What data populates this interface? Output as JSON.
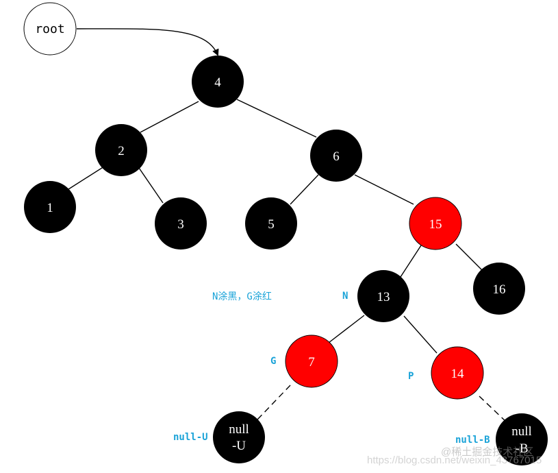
{
  "colors": {
    "black": "#000000",
    "red": "#ff0000",
    "white": "#ffffff",
    "annotation": "#1aa3d8",
    "edge": "#000000"
  },
  "root": {
    "label": "root"
  },
  "nodes": {
    "n4": {
      "label": "4",
      "color": "black"
    },
    "n2": {
      "label": "2",
      "color": "black"
    },
    "n6": {
      "label": "6",
      "color": "black"
    },
    "n1": {
      "label": "1",
      "color": "black"
    },
    "n3": {
      "label": "3",
      "color": "black"
    },
    "n5": {
      "label": "5",
      "color": "black"
    },
    "n15": {
      "label": "15",
      "color": "red"
    },
    "n13": {
      "label": "13",
      "color": "black"
    },
    "n16": {
      "label": "16",
      "color": "black"
    },
    "n7": {
      "label": "7",
      "color": "red"
    },
    "n14": {
      "label": "14",
      "color": "red"
    },
    "nullU": {
      "line1": "null",
      "line2": "-U",
      "color": "black"
    },
    "nullB": {
      "line1": "null",
      "line2": "-B",
      "color": "black"
    }
  },
  "annotations": {
    "n": "N",
    "g": "G",
    "p": "P",
    "null_u": "null-U",
    "null_b": "null-B"
  },
  "note": "N涂黑，G涂红",
  "watermark": {
    "url_text": "https://blog.csdn.net/weixin_43767015",
    "site_text": "@稀土掘金技术社区"
  }
}
